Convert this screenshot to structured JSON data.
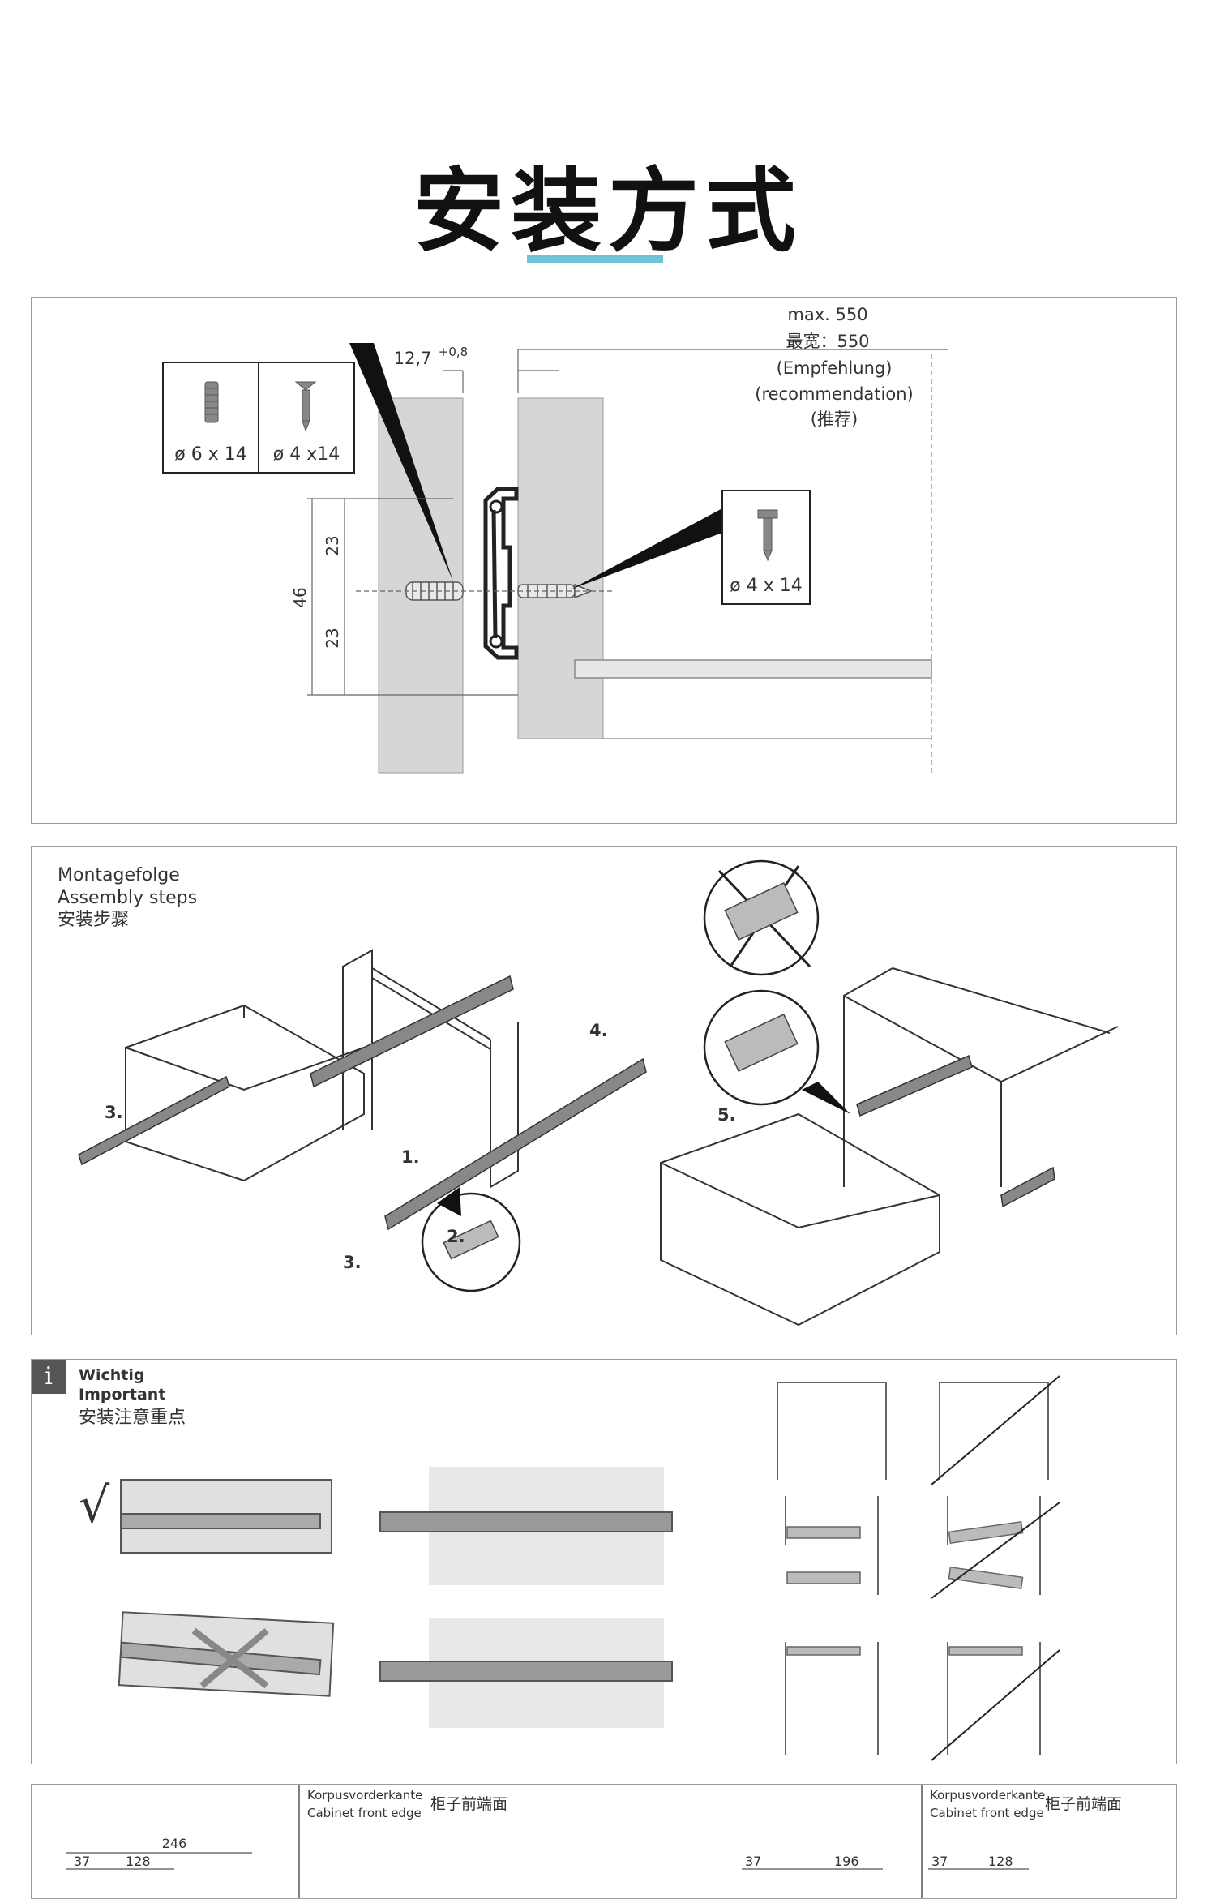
{
  "title": "安装方式",
  "accent_color": "#6fc3d6",
  "dimensions_panel": {
    "screws_left": [
      "ø 6 x 14",
      "ø 4 x14"
    ],
    "screw_right": "ø 4 x 14",
    "gap": "12,7",
    "gap_tolerance": "+0,8",
    "max_width": "max. 550",
    "max_width_cn": "最宽：550",
    "recommendation_de": "(Empfehlung)",
    "recommendation_en": "(recommendation)",
    "recommendation_cn": "(推荐)",
    "height_total": "46",
    "height_top": "23",
    "height_bottom": "23"
  },
  "assembly_panel": {
    "heading_de": "Montagefolge",
    "heading_en": "Assembly steps",
    "heading_cn": "安装步骤",
    "steps": [
      "1.",
      "2.",
      "3.",
      "3.",
      "4.",
      "5."
    ]
  },
  "important_panel": {
    "icon": "info-icon",
    "icon_text": "i",
    "heading_de": "Wichtig",
    "heading_en": "Important",
    "heading_cn": "安装注意重点",
    "correct_mark": "√"
  },
  "bottom_panel": {
    "label_left_de": "Korpusvorderkante",
    "label_left_en": "Cabinet front edge",
    "label_left_cn": "柜子前端面",
    "label_right_de": "Korpusvorderkante",
    "label_right_en": "Cabinet front edge",
    "label_right_cn": "柜子前端面",
    "dims_left": [
      "246",
      "37",
      "128"
    ],
    "dims_mid": [
      "37",
      "196"
    ],
    "dims_right": [
      "37",
      "128"
    ]
  }
}
